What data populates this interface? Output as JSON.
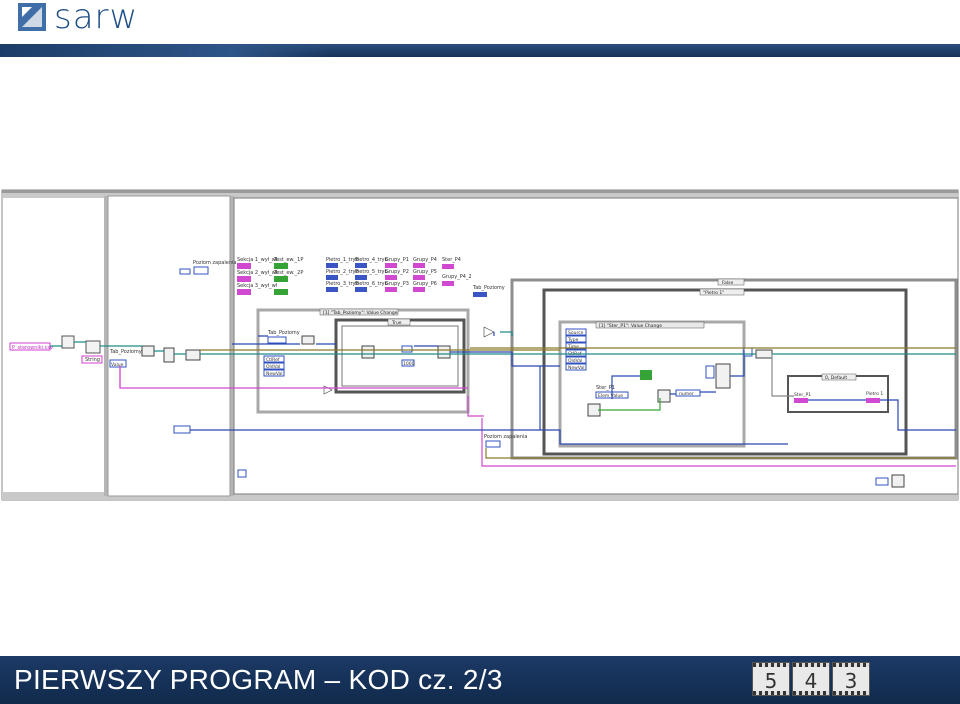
{
  "header": {
    "logo_text": "sarw",
    "brand_color": "#1d4e86"
  },
  "diagram": {
    "file_label": "P_sterowniki.csv",
    "string_label": "String",
    "tab_label": "Tab_Poziomy",
    "value_label": "Value",
    "poziom_zapalenia": "Poziom zapalenia",
    "sekcja_labels": [
      "Sekcja 1_wył_wł",
      "Sekcja 2_wył_wł",
      "Sekcja 3_wył_wł"
    ],
    "test_labels": [
      "Test_ew._1P",
      "Test_ew._2P"
    ],
    "pietro_labels": [
      "Pietro_1_tryb",
      "Pietro_2_tryb",
      "Pietro_3_tryb",
      "Pietro_4_tryb",
      "Pietro_5_tryb",
      "Pietro_6_tryb"
    ],
    "grupy_labels": [
      "Grupy_P1",
      "Grupy_P2",
      "Grupy_P3",
      "Grupy_P4",
      "Grupy_P5",
      "Grupy_P6"
    ],
    "ster_p4": "Ster_P4",
    "grupy_p4_2": "Grupy_P4_2",
    "event_label_1": "[1] \"Tab_Poziomy\": Value Change",
    "event_label_2": "[1] \"Ster_P1\": Value Change",
    "case_true": "True",
    "case_false": "False",
    "case_pietro": "\"Pietro 1\"",
    "case_default": "0, Default",
    "event_nodes": [
      "Source",
      "Type",
      "Time",
      "CtlRef",
      "OldVal",
      "NewVal"
    ],
    "event_nodes_left": [
      "CtlRef",
      "OldVal",
      "NewVal"
    ],
    "ster_p1": "Ster_P1",
    "elem_value": "Elem Value",
    "numer": "numer",
    "pietro_1": "Pietro 1",
    "poziom_zapalenia_2": "Poziom zapalenia",
    "val_100": "100",
    "val_1000": "1000"
  },
  "slide": {
    "title": "PIERWSZY PROGRAM – KOD cz. 2/3",
    "countdown": [
      "5",
      "4",
      "3"
    ]
  }
}
